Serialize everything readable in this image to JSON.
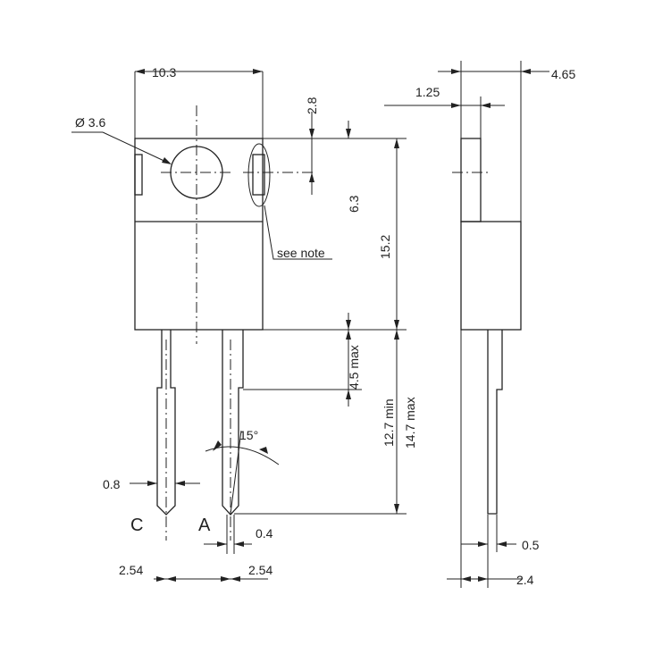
{
  "dimensions": {
    "width_top": "10.3",
    "hole_diameter": "Ø 3.6",
    "hole_offset": "2.8",
    "tab_height": "6.3",
    "body_height": "15.2",
    "lead_shoulder": "4.5 max",
    "lead_length_min": "12.7 min",
    "lead_length_max": "14.7 max",
    "lead_angle": "15°",
    "lead_width": "0.8",
    "lead_thickness_front": "0.4",
    "pitch_left": "2.54",
    "pitch_right": "2.54",
    "side_total_thickness": "4.65",
    "side_tab_thickness": "1.25",
    "side_lead_thickness": "0.5",
    "side_lead_offset": "2.4"
  },
  "labels": {
    "note": "see note",
    "cathode": "C",
    "anode": "A"
  }
}
